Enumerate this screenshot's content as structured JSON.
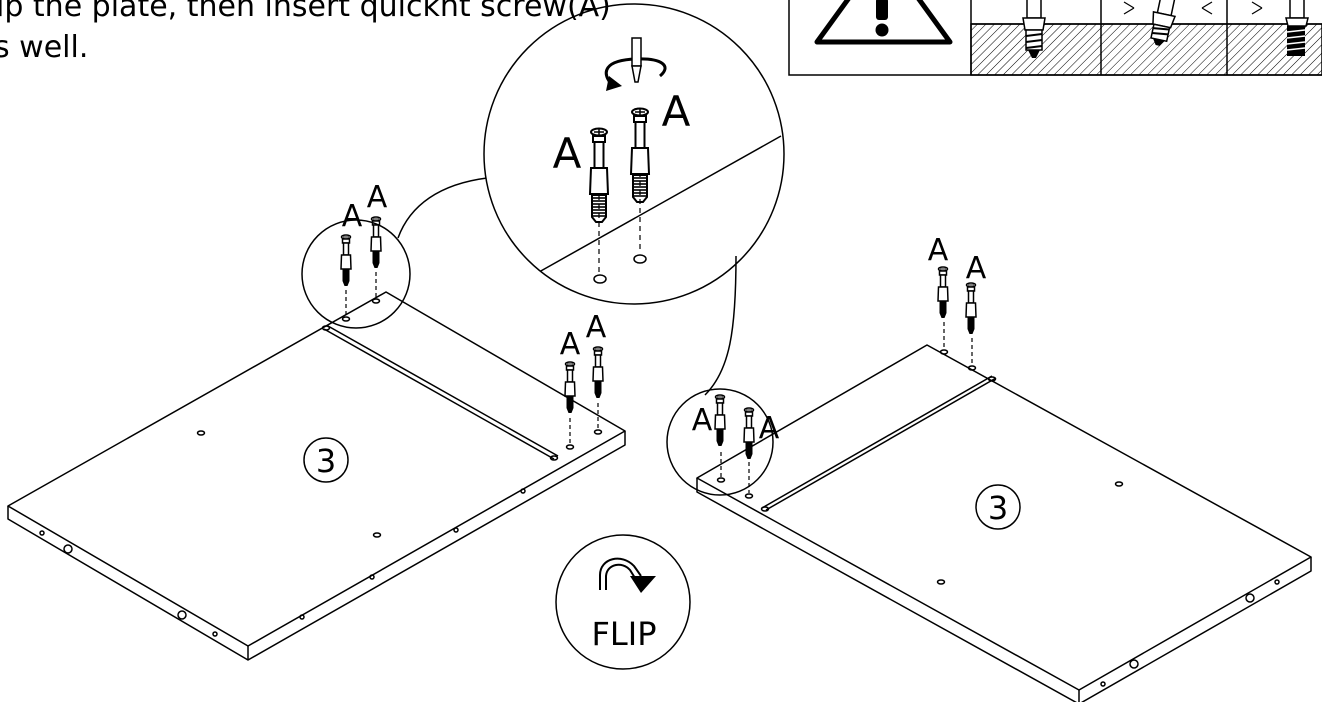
{
  "instruction": {
    "line1": "ip the plate, then insert quicknt screw(A)",
    "line2": "s well."
  },
  "labels": {
    "screw": "A",
    "part_number": "3",
    "flip": "FLIP"
  },
  "icons": [
    "warning-triangle-icon",
    "rotate-clockwise-icon",
    "flip-arrow-icon",
    "screw-icon"
  ],
  "colors": {
    "line": "#000000",
    "background": "#ffffff"
  }
}
